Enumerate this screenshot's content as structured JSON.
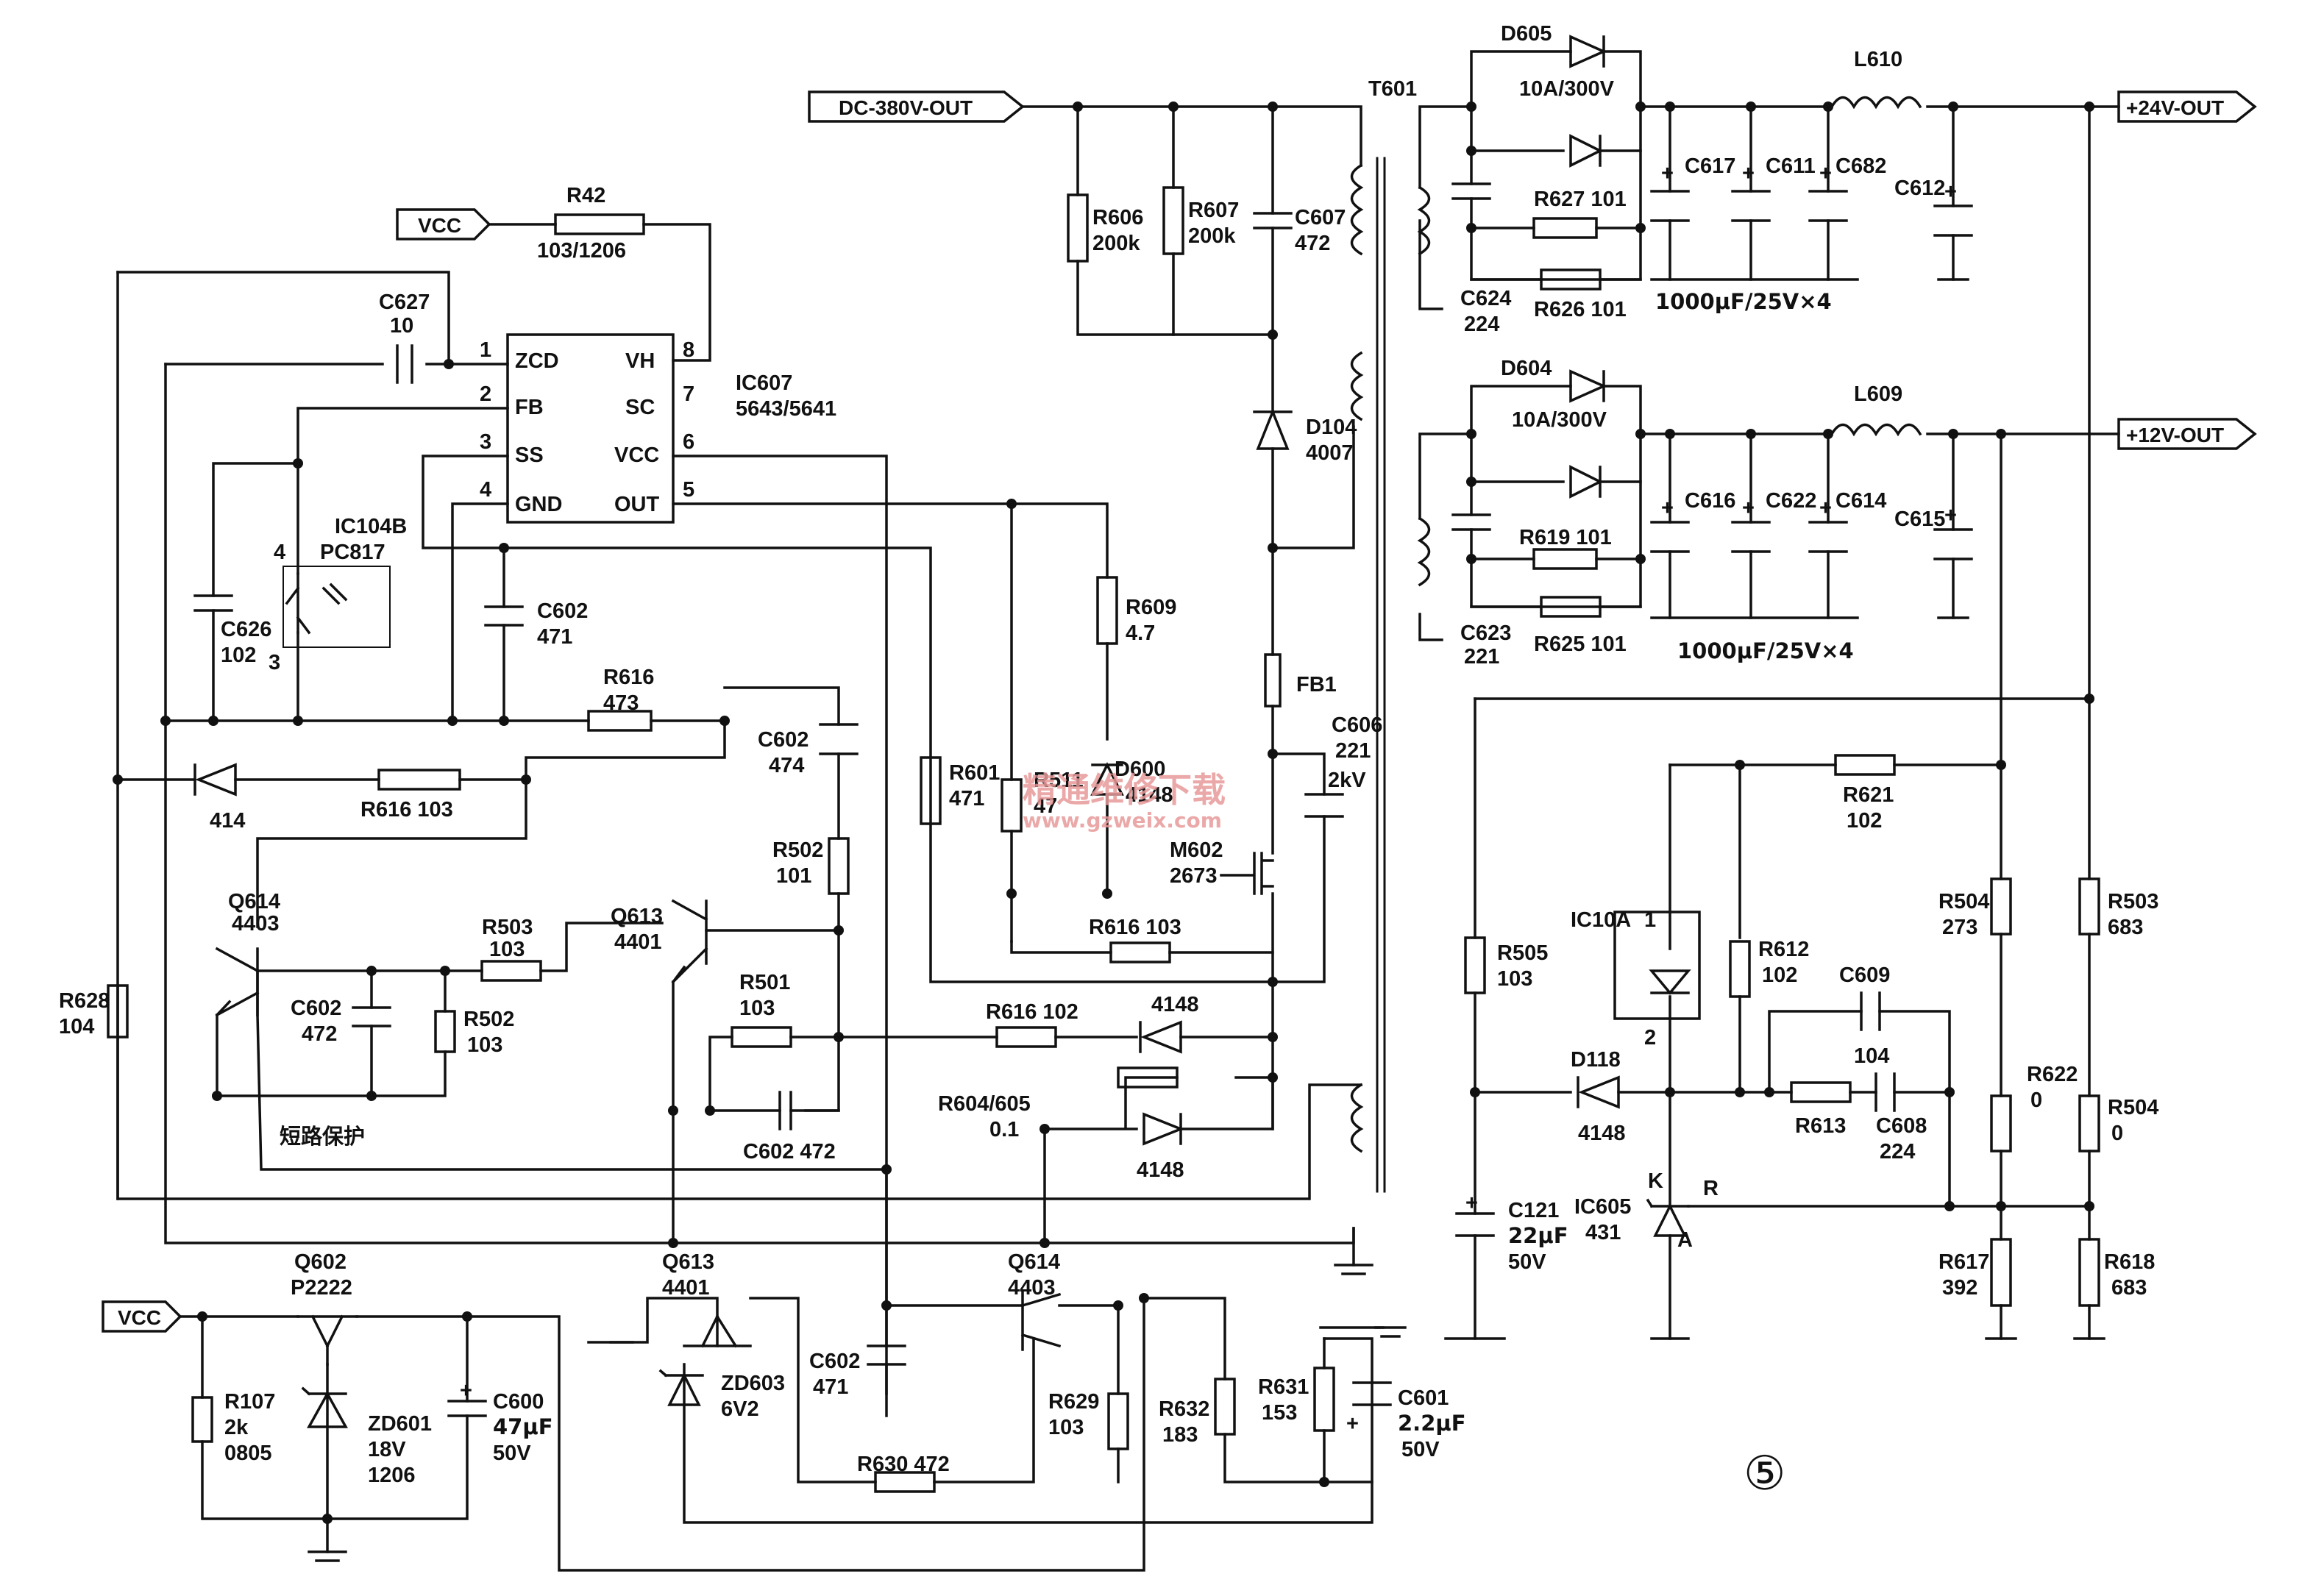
{
  "ports": {
    "dc380": "DC-380V-OUT",
    "vcc1": "VCC",
    "vcc2": "VCC",
    "out24": "+24V-OUT",
    "out12": "+12V-OUT"
  },
  "ic607": {
    "name": "IC607",
    "part": "5643/5641",
    "pins": {
      "p1": {
        "num": "1",
        "label": "ZCD"
      },
      "p2": {
        "num": "2",
        "label": "FB"
      },
      "p3": {
        "num": "3",
        "label": "SS"
      },
      "p4": {
        "num": "4",
        "label": "GND"
      },
      "p5": {
        "num": "5",
        "label": "OUT"
      },
      "p6": {
        "num": "6",
        "label": "VCC"
      },
      "p7": {
        "num": "7",
        "label": "SC"
      },
      "p8": {
        "num": "8",
        "label": "VH"
      }
    }
  },
  "labels": {
    "r42": "R42",
    "r42v": "103/1206",
    "c627": "C627",
    "c627v": "10",
    "ic104b": "IC104B",
    "pc817": "PC817",
    "pin4": "4",
    "pin3": "3",
    "c626": "C626",
    "c626v": "102",
    "c602a": "C602",
    "c602av": "471",
    "r616a": "R616",
    "r616av": "473",
    "d414": "414",
    "r616b": "R616  103",
    "c602b": "C602",
    "c602bv": "474",
    "r502a": "R502",
    "r502av": "101",
    "q614a": "Q614",
    "q614av": "4403",
    "r503a": "R503",
    "r503av": "103",
    "q613a": "Q613",
    "q613av": "4401",
    "c602c": "C602",
    "c602cv": "472",
    "r502b": "R502",
    "r502bv": "103",
    "r501": "R501",
    "r501v": "103",
    "c602d": "C602  472",
    "short": "短路保护",
    "r628": "R628",
    "r628v": "104",
    "r606": "R606",
    "r606v": "200k",
    "r607": "R607",
    "r607v": "200k",
    "c607": "C607",
    "c607v": "472",
    "d104": "D104",
    "d104v": "4007",
    "r609": "R609",
    "r609v": "4.7",
    "fb1": "FB1",
    "c606": "C606",
    "c606v": "221",
    "c606k": "2kV",
    "r601": "R601",
    "r601v": "471",
    "r511": "R511",
    "r511v": "47",
    "d600": "D600",
    "d600v": "4148",
    "m602": "M602",
    "m602v": "2673",
    "r616c": "R616  103",
    "r616d": "R616  102",
    "d4148a": "4148",
    "d4148b": "4148",
    "r604": "R604/605",
    "r604v": "0.1",
    "t601": "T601",
    "d605": "D605",
    "d605v": "10A/300V",
    "r627": "R627  101",
    "r626": "R626  101",
    "c624": "C624",
    "c624v": "224",
    "c617": "C617",
    "c611": "C611",
    "c682": "C682",
    "c612": "C612",
    "capnote1": "1000μF/25V×4",
    "l610": "L610",
    "d604": "D604",
    "d604v": "10A/300V",
    "r619": "R619  101",
    "r625": "R625  101",
    "c623": "C623",
    "c623v": "221",
    "c616": "C616",
    "c622": "C622",
    "c614": "C614",
    "c615": "C615",
    "capnote2": "1000μF/25V×4",
    "l609": "L609",
    "r621": "R621",
    "r621v": "102",
    "ic10a": "IC10A",
    "ic10a1": "1",
    "ic10a2": "2",
    "r612": "R612",
    "r612v": "102",
    "c609": "C609",
    "c609v": "104",
    "r505": "R505",
    "r505v": "103",
    "d118": "D118",
    "d118v": "4148",
    "r613": "R613",
    "c608": "C608",
    "c608v": "224",
    "r504a": "R504",
    "r504av": "273",
    "r503b": "R503",
    "r503bv": "683",
    "r622": "R622",
    "r622v": "0",
    "r504b": "R504",
    "r504bv": "0",
    "c121": "C121",
    "c121v": "22μF",
    "c121k": "50V",
    "ic605": "IC605",
    "ic605v": "431",
    "k": "K",
    "r": "R",
    "a": "A",
    "r617": "R617",
    "r617v": "392",
    "r618": "R618",
    "r618v": "683",
    "q602": "Q602",
    "q602v": "P2222",
    "r107": "R107",
    "r107v": "2k",
    "r107p": "0805",
    "zd601": "ZD601",
    "zd601v": "18V",
    "zd601p": "1206",
    "c600": "C600",
    "c600v": "47μF",
    "c600k": "50V",
    "q613b": "Q613",
    "q613bv": "4401",
    "zd603": "ZD603",
    "zd603v": "6V2",
    "c602e": "C602",
    "c602ev": "471",
    "q614b": "Q614",
    "q614bv": "4403",
    "r629": "R629",
    "r629v": "103",
    "r632": "R632",
    "r632v": "183",
    "r631": "R631",
    "r631v": "153",
    "c601": "C601",
    "c601v": "2.2μF",
    "c601k": "50V",
    "r630": "R630  472",
    "figno": "⑤"
  },
  "watermark": {
    "cn": "精通维修下载",
    "url": "www.gzweix.com",
    "color": "#e89a9a"
  }
}
